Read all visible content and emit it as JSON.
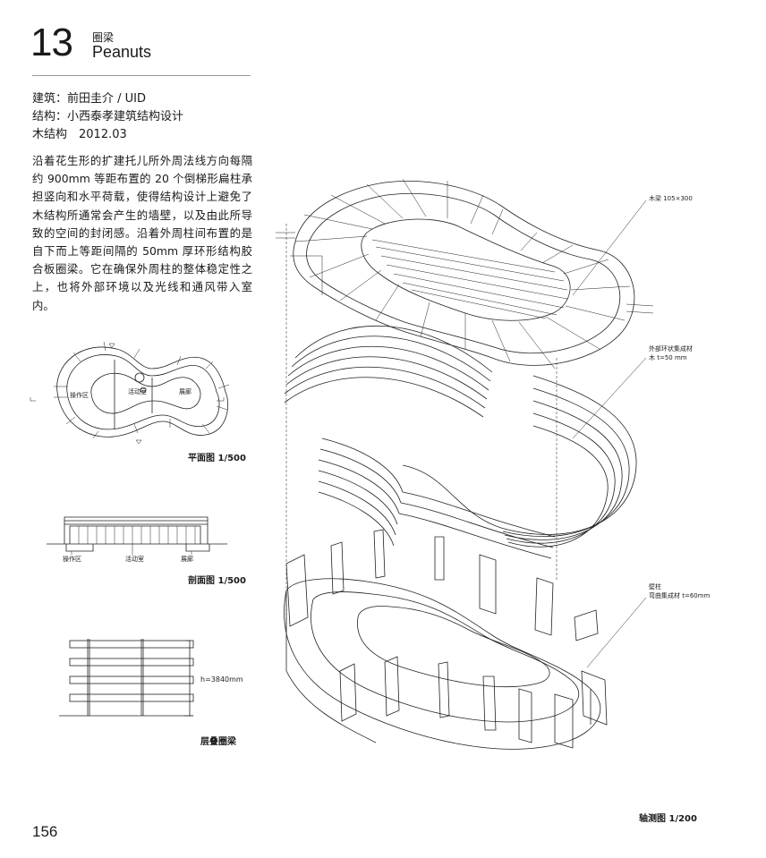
{
  "header": {
    "number": "13",
    "title_cn": "圈梁",
    "title_en": "Peanuts"
  },
  "credits": [
    "建筑：前田圭介 / UID",
    "结构：小西泰孝建筑结构设计",
    "木结构　2012.03"
  ],
  "body": "沿着花生形的扩建托儿所外周法线方向每隔约 900mm 等距布置的 20 个倒梯形扁柱承担竖向和水平荷载，使得结构设计上避免了木结构所通常会产生的墙壁，以及由此所导致的空间的封闭感。沿着外周柱间布置的是自下而上等距间隔的 50mm 厚环形结构胶合板圈梁。它在确保外周柱的整体稳定性之上，也将外部环境以及光线和通风带入室内。",
  "plan": {
    "caption": "平面图  1/500",
    "labels": [
      "操作区",
      "活动室",
      "展廊"
    ]
  },
  "section": {
    "caption": "剖面图  1/500",
    "labels": [
      "操作区",
      "活动室",
      "展廊"
    ]
  },
  "stacked": {
    "caption": "层叠圈梁",
    "height_label": "h=3840mm"
  },
  "axon": {
    "caption": "轴测图  1/200",
    "beam_label": "木梁 105×300",
    "ring_label_1": "外部环状集成材",
    "ring_label_2": "木 t=50 mm",
    "column_label_1": "壁柱",
    "column_label_2": "弯曲集成材 t=60mm"
  },
  "page_number": "156"
}
